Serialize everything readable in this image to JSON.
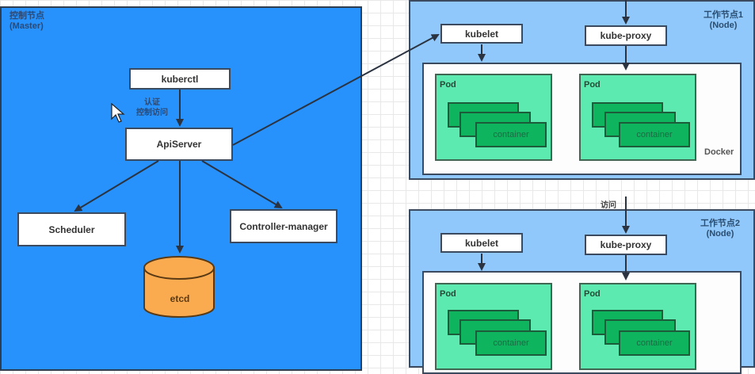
{
  "master": {
    "title_cn": "控制节点",
    "title_en": "(Master)",
    "kubectl": "kuberctl",
    "auth_label_1": "认证",
    "auth_label_2": "控制访问",
    "apiserver": "ApiServer",
    "scheduler": "Scheduler",
    "controller_manager": "Controller-manager",
    "etcd": "etcd"
  },
  "nodes": [
    {
      "title_cn": "工作节点1",
      "title_en": "(Node)",
      "kubelet": "kubelet",
      "kube_proxy": "kube-proxy",
      "docker": "Docker",
      "pods": [
        {
          "label": "Pod",
          "container": "container"
        },
        {
          "label": "Pod",
          "container": "container"
        }
      ]
    },
    {
      "title_cn": "工作节点2",
      "title_en": "(Node)",
      "kubelet": "kubelet",
      "kube_proxy": "kube-proxy",
      "pods": [
        {
          "label": "Pod",
          "container": "container"
        },
        {
          "label": "Pod",
          "container": "container"
        }
      ]
    }
  ],
  "access_label": "访问",
  "colors": {
    "master_bg": "#2792fc",
    "node_bg": "#90c8fb",
    "pod_bg": "#5ceab0",
    "container_bg": "#0fb45e",
    "etcd_bg": "#fbab4f"
  }
}
